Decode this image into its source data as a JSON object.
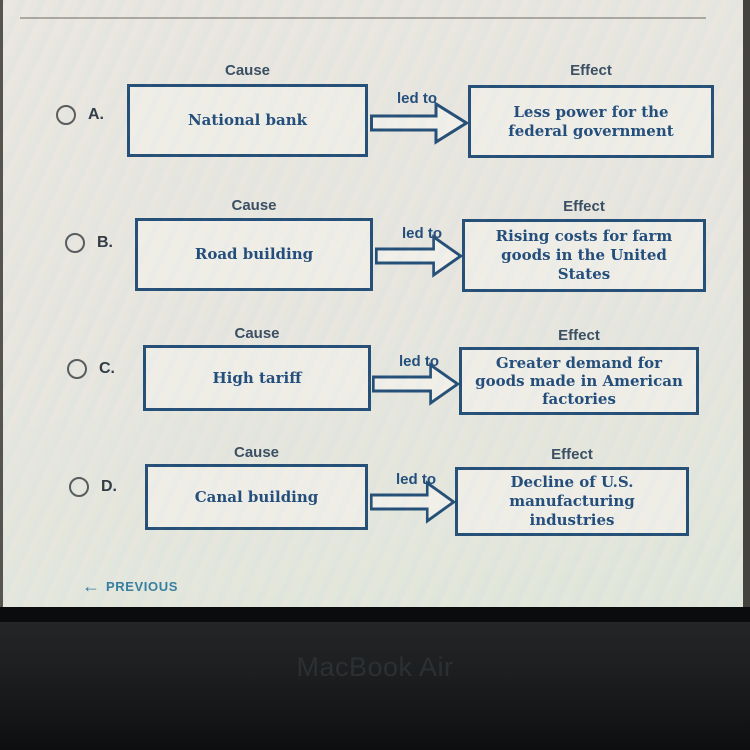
{
  "labels": {
    "cause": "Cause",
    "effect": "Effect",
    "connector": "led to"
  },
  "options": [
    {
      "letter": "A.",
      "cause": "National bank",
      "effect": "Less power for the\nfederal government"
    },
    {
      "letter": "B.",
      "cause": "Road building",
      "effect": "Rising costs for farm\ngoods in the United States"
    },
    {
      "letter": "C.",
      "cause": "High tariff",
      "effect": "Greater demand for\ngoods made in American\nfactories"
    },
    {
      "letter": "D.",
      "cause": "Canal building",
      "effect": "Decline of U.S.\nmanufacturing industries"
    }
  ],
  "nav": {
    "previous": "PREVIOUS",
    "back_arrow": "←"
  },
  "device": {
    "brand": "MacBook Air"
  },
  "colors": {
    "box_border": "#1f4a74",
    "box_text": "#1d4878",
    "link": "#2f7b9e",
    "screen_bg": "#e8e6e0",
    "bezel": "#1d1f21"
  }
}
